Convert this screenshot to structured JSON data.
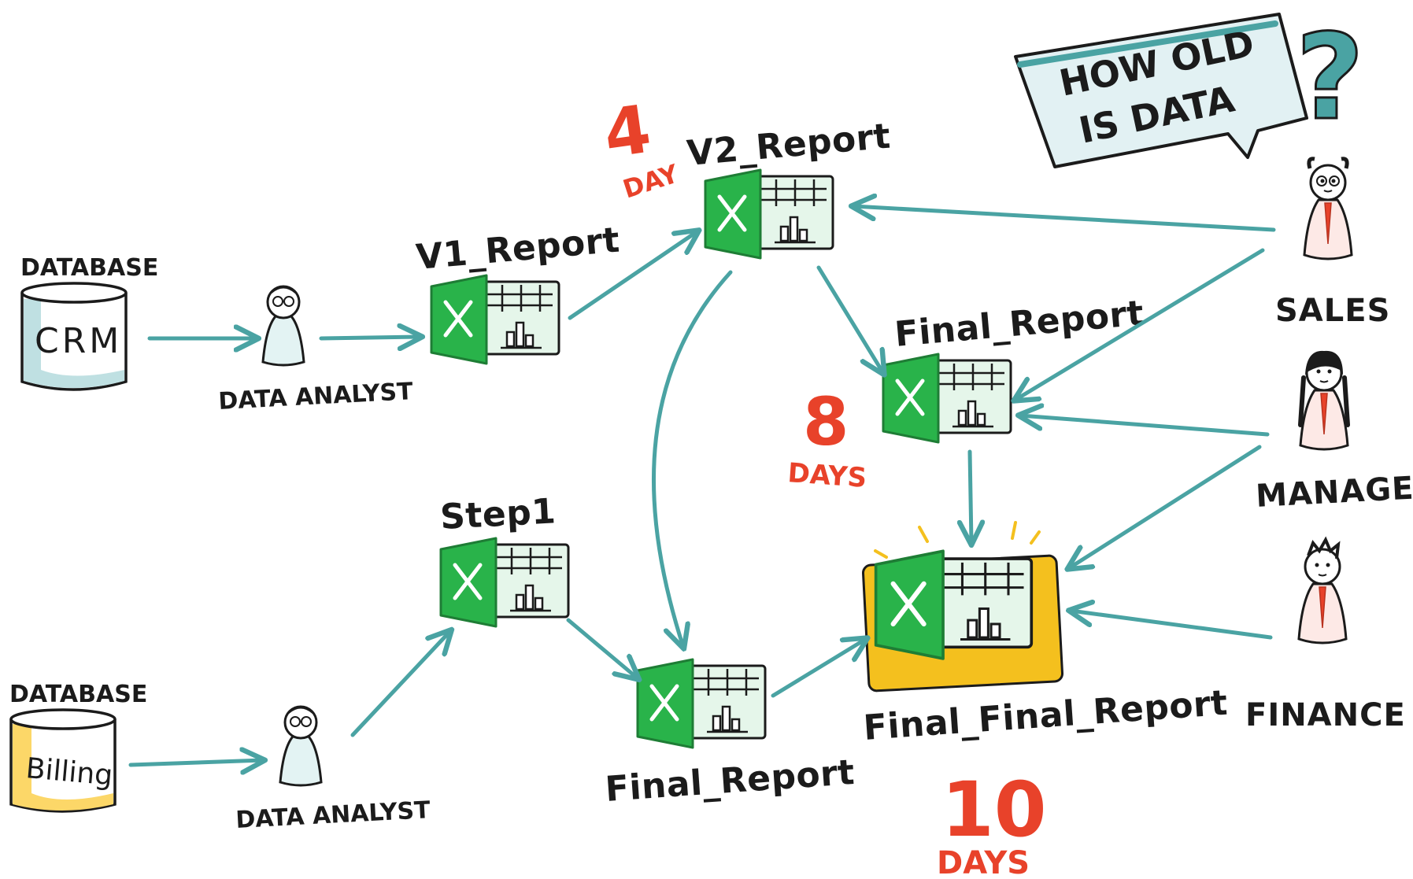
{
  "colors": {
    "teal": "#4aa3a3",
    "excel_green": "#29b34a",
    "excel_dark": "#1e7d35",
    "sheet_bg": "#e5f6ea",
    "red": "#e8422a",
    "gold": "#f4c01e",
    "db_crm": "#bfe0e2",
    "db_billing": "#fcd768",
    "callout_bg": "#e2f1f3",
    "callout_border": "#4aa3a3",
    "person_red": "#e8422a",
    "person_body": "#fde9e6"
  },
  "question": {
    "line1": "HOW OLD",
    "line2": "IS DATA",
    "mark": "?"
  },
  "sources": {
    "crm": {
      "caption": "DATABASE",
      "name": "CRM"
    },
    "billing": {
      "caption": "DATABASE",
      "name": "Billing"
    }
  },
  "analysts": {
    "top": "DATA ANALYST",
    "bottom": "DATA ANALYST"
  },
  "reports": {
    "v1": "V1_Report",
    "v2": "V2_Report",
    "final_mid": "Final_Report",
    "step1": "Step1",
    "final_low": "Final_Report",
    "final_final": "Final_Final_Report"
  },
  "durations": {
    "d4": {
      "number": "4",
      "unit": "DAY"
    },
    "d8": {
      "number": "8",
      "unit": "DAYS"
    },
    "d10": {
      "number": "10",
      "unit": "DAYS"
    }
  },
  "roles": {
    "sales": "SALES",
    "manager": "MANAGER",
    "finance": "FINANCE"
  },
  "icons": {
    "excel": "excel-spreadsheet-icon",
    "database": "database-cylinder-icon",
    "person": "person-icon"
  }
}
